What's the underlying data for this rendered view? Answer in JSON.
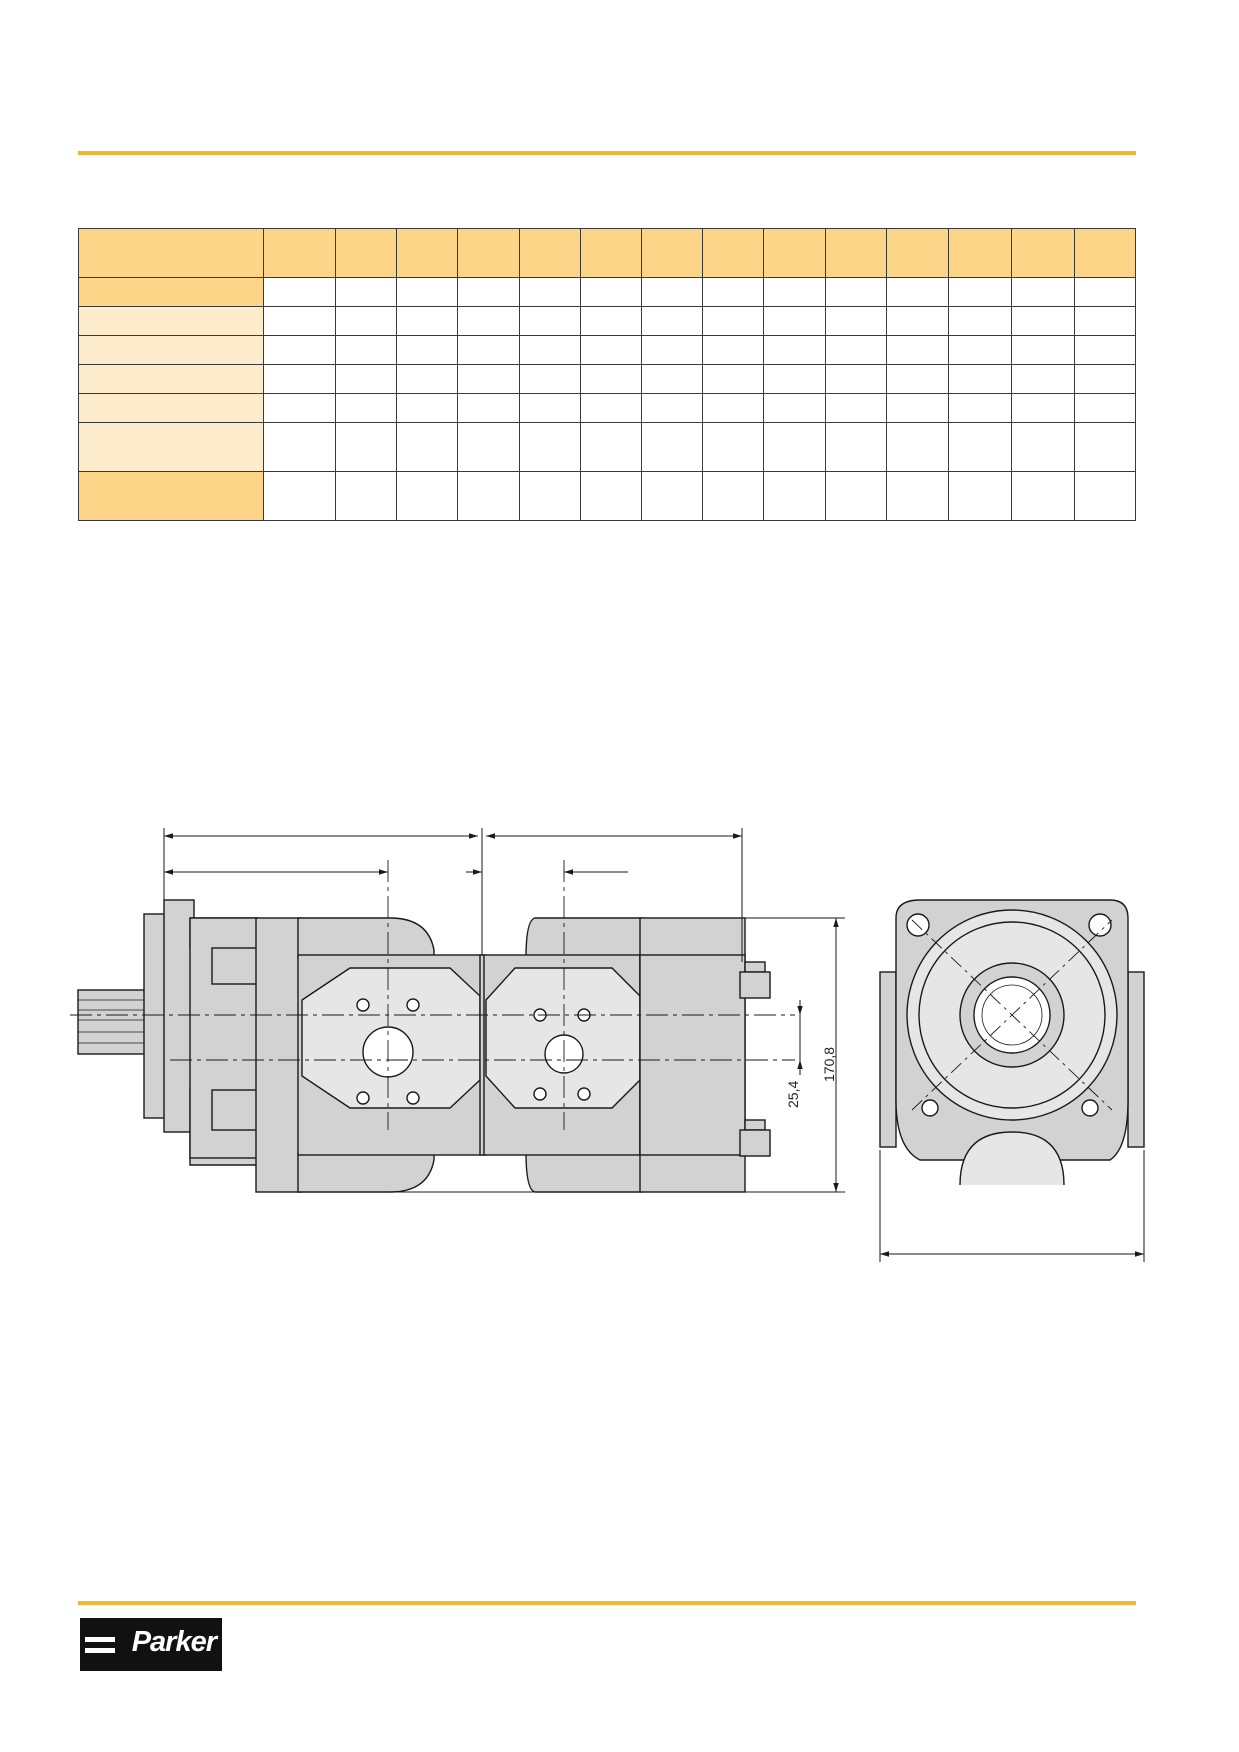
{
  "colors": {
    "rule": "#f2b72f",
    "header_fill": "#fcd588",
    "label_fill": "#fdeccb",
    "label_fill_strong": "#fcd588",
    "drawing_fill": "#d2d2d2",
    "drawing_light": "#e6e6e6",
    "line": "#1a1a1a"
  },
  "table": {
    "value_columns": 14,
    "rows": 7
  },
  "drawing": {
    "dim_port_offset": "25,4",
    "dim_height": "170,8"
  },
  "logo": {
    "text": "Parker"
  }
}
